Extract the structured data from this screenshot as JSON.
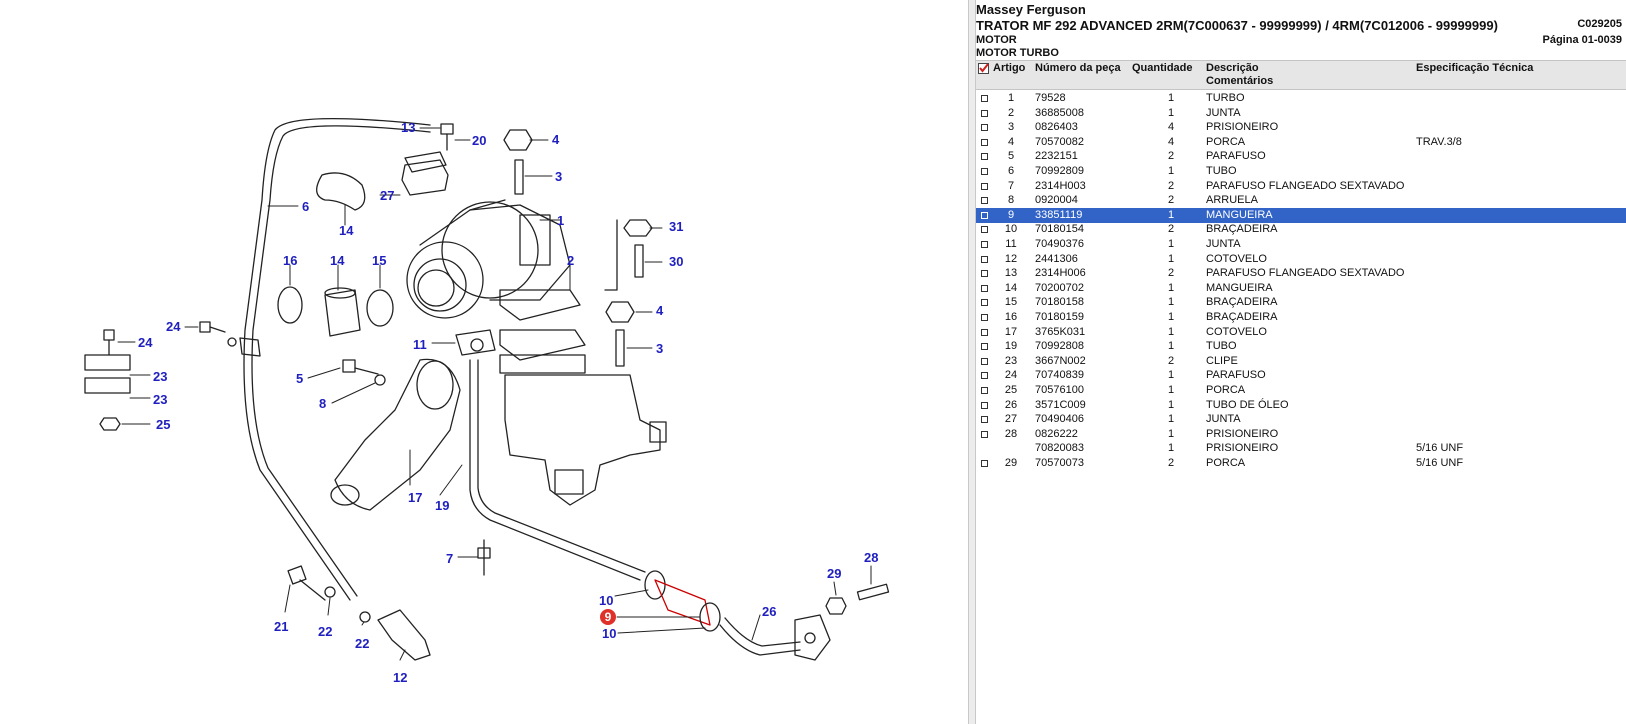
{
  "header": {
    "brand": "Massey Ferguson",
    "model": "TRATOR MF 292 ADVANCED 2RM(7C000637 - 99999999) / 4RM(7C012006 - 99999999)",
    "catalog_code": "C029205",
    "group": "MOTOR",
    "page": "Página 01-0039",
    "subgroup": "MOTOR TURBO"
  },
  "columns": {
    "artigo": "Artigo",
    "numero": "Número da peça",
    "quantidade": "Quantidade",
    "descricao": "Descrição",
    "comentarios": "Comentários",
    "especificacao": "Especificação Técnica"
  },
  "rows": [
    {
      "artigo": "1",
      "numero": "79528",
      "quantidade": "1",
      "descricao": "TURBO",
      "especificacao": "",
      "checkbox": true
    },
    {
      "artigo": "2",
      "numero": "36885008",
      "quantidade": "1",
      "descricao": "JUNTA",
      "especificacao": "",
      "checkbox": true
    },
    {
      "artigo": "3",
      "numero": "0826403",
      "quantidade": "4",
      "descricao": "PRISIONEIRO",
      "especificacao": "",
      "checkbox": true
    },
    {
      "artigo": "4",
      "numero": "70570082",
      "quantidade": "4",
      "descricao": "PORCA",
      "especificacao": "TRAV.3/8",
      "checkbox": true
    },
    {
      "artigo": "5",
      "numero": "2232151",
      "quantidade": "2",
      "descricao": "PARAFUSO",
      "especificacao": "",
      "checkbox": true
    },
    {
      "artigo": "6",
      "numero": "70992809",
      "quantidade": "1",
      "descricao": "TUBO",
      "especificacao": "",
      "checkbox": true
    },
    {
      "artigo": "7",
      "numero": "2314H003",
      "quantidade": "2",
      "descricao": "PARAFUSO FLANGEADO SEXTAVADO",
      "especificacao": "",
      "checkbox": true
    },
    {
      "artigo": "8",
      "numero": "0920004",
      "quantidade": "2",
      "descricao": "ARRUELA",
      "especificacao": "",
      "checkbox": true
    },
    {
      "artigo": "9",
      "numero": "33851119",
      "quantidade": "1",
      "descricao": "MANGUEIRA",
      "especificacao": "",
      "checkbox": true,
      "selected": true
    },
    {
      "artigo": "10",
      "numero": "70180154",
      "quantidade": "2",
      "descricao": "BRAÇADEIRA",
      "especificacao": "",
      "checkbox": true
    },
    {
      "artigo": "11",
      "numero": "70490376",
      "quantidade": "1",
      "descricao": "JUNTA",
      "especificacao": "",
      "checkbox": true
    },
    {
      "artigo": "12",
      "numero": "2441306",
      "quantidade": "1",
      "descricao": "COTOVELO",
      "especificacao": "",
      "checkbox": true
    },
    {
      "artigo": "13",
      "numero": "2314H006",
      "quantidade": "2",
      "descricao": "PARAFUSO FLANGEADO SEXTAVADO",
      "especificacao": "",
      "checkbox": true
    },
    {
      "artigo": "14",
      "numero": "70200702",
      "quantidade": "1",
      "descricao": "MANGUEIRA",
      "especificacao": "",
      "checkbox": true
    },
    {
      "artigo": "15",
      "numero": "70180158",
      "quantidade": "1",
      "descricao": "BRAÇADEIRA",
      "especificacao": "",
      "checkbox": true
    },
    {
      "artigo": "16",
      "numero": "70180159",
      "quantidade": "1",
      "descricao": "BRAÇADEIRA",
      "especificacao": "",
      "checkbox": true
    },
    {
      "artigo": "17",
      "numero": "3765K031",
      "quantidade": "1",
      "descricao": "COTOVELO",
      "especificacao": "",
      "checkbox": true
    },
    {
      "artigo": "19",
      "numero": "70992808",
      "quantidade": "1",
      "descricao": "TUBO",
      "especificacao": "",
      "checkbox": true
    },
    {
      "artigo": "23",
      "numero": "3667N002",
      "quantidade": "2",
      "descricao": "CLIPE",
      "especificacao": "",
      "checkbox": true
    },
    {
      "artigo": "24",
      "numero": "70740839",
      "quantidade": "1",
      "descricao": "PARAFUSO",
      "especificacao": "",
      "checkbox": true
    },
    {
      "artigo": "25",
      "numero": "70576100",
      "quantidade": "1",
      "descricao": "PORCA",
      "especificacao": "",
      "checkbox": true
    },
    {
      "artigo": "26",
      "numero": "3571C009",
      "quantidade": "1",
      "descricao": "TUBO DE ÓLEO",
      "especificacao": "",
      "checkbox": true
    },
    {
      "artigo": "27",
      "numero": "70490406",
      "quantidade": "1",
      "descricao": "JUNTA",
      "especificacao": "",
      "checkbox": true
    },
    {
      "artigo": "28",
      "numero": "0826222",
      "quantidade": "1",
      "descricao": "PRISIONEIRO",
      "especificacao": "",
      "checkbox": true
    },
    {
      "artigo": "",
      "numero": "70820083",
      "quantidade": "1",
      "descricao": "PRISIONEIRO",
      "especificacao": "5/16 UNF",
      "checkbox": false
    },
    {
      "artigo": "29",
      "numero": "70570073",
      "quantidade": "2",
      "descricao": "PORCA",
      "especificacao": "5/16 UNF",
      "checkbox": true
    }
  ],
  "diagram": {
    "selected_callout": "9",
    "callouts": [
      "13",
      "20",
      "4",
      "3",
      "1",
      "27",
      "6",
      "14",
      "16",
      "14",
      "15",
      "2",
      "31",
      "30",
      "4",
      "3",
      "24",
      "24",
      "23",
      "23",
      "25",
      "11",
      "5",
      "8",
      "17",
      "19",
      "7",
      "21",
      "22",
      "22",
      "12",
      "10",
      "9",
      "10",
      "26",
      "29",
      "28"
    ]
  },
  "colors": {
    "selected_row": "#3264c8",
    "callout_text": "#1f1fbf",
    "selected_callout": "#e0302a"
  }
}
